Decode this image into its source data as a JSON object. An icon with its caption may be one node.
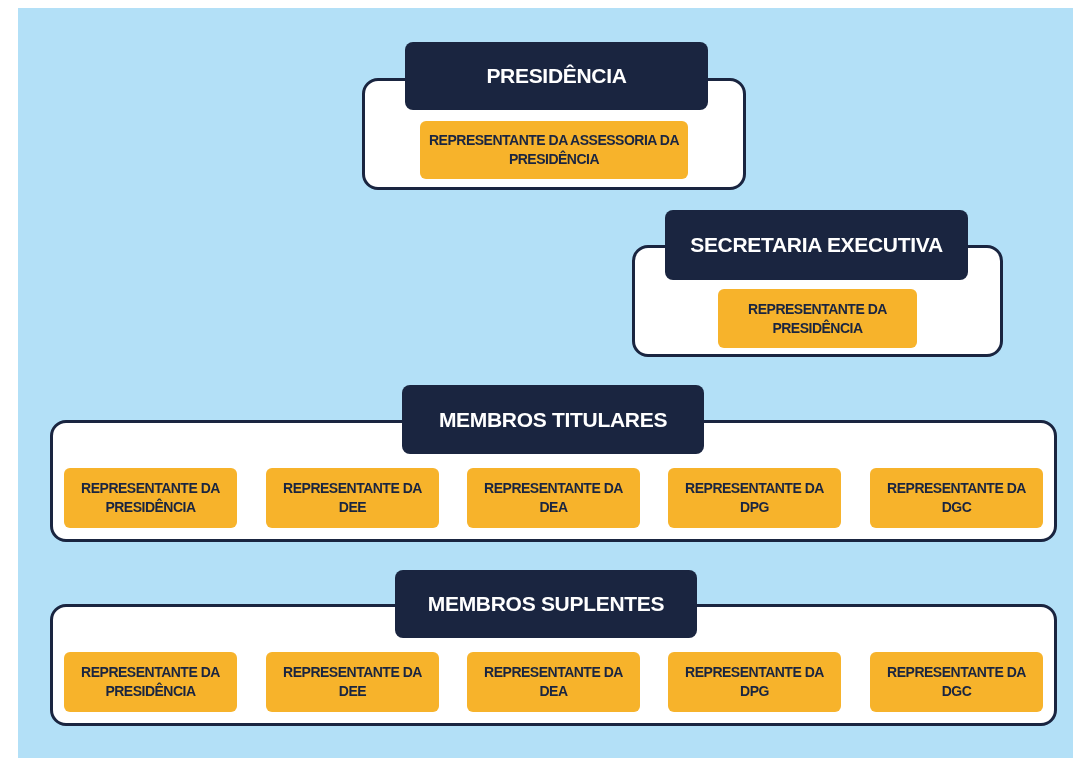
{
  "diagram": {
    "nodes": [
      {
        "text": [
          "PRESIDÊNCIA"
        ]
      },
      {
        "text": [
          "REPRESENTANTE DA ASSESSORIA DA PRESIDÊNCIA"
        ],
        "in": 0
      },
      {
        "text": [
          "SECRETARIA EXECUTIVA"
        ]
      },
      {
        "text": [
          "REPRESENTANTE DA PRESIDÊNCIA"
        ],
        "in": 2
      },
      {
        "text": [
          "MEMBROS TITULARES"
        ]
      },
      {
        "text": [
          "REPRESENTANTE DA PRESIDÊNCIA"
        ],
        "in": 4
      },
      {
        "text": [
          "REPRESENTANTE DA DEE"
        ],
        "in": 4
      },
      {
        "text": [
          "REPRESENTANTE DA DEA"
        ],
        "in": 4
      },
      {
        "text": [
          "REPRESENTANTE DA DPG"
        ],
        "in": 4
      },
      {
        "text": [
          "REPRESENTANTE DA DGC"
        ],
        "in": 4
      },
      {
        "text": [
          "MEMBROS SUPLENTES"
        ]
      },
      {
        "text": [
          "REPRESENTANTE DA PRESIDÊNCIA"
        ],
        "in": 10
      },
      {
        "text": [
          "REPRESENTANTE DA DEE"
        ],
        "in": 10
      },
      {
        "text": [
          "REPRESENTANTE DA DEA"
        ],
        "in": 10
      },
      {
        "text": [
          "REPRESENTANTE DA DPG"
        ],
        "in": 10
      },
      {
        "text": [
          "REPRESENTANTE DA DGC"
        ],
        "in": 10
      }
    ],
    "edges": []
  }
}
